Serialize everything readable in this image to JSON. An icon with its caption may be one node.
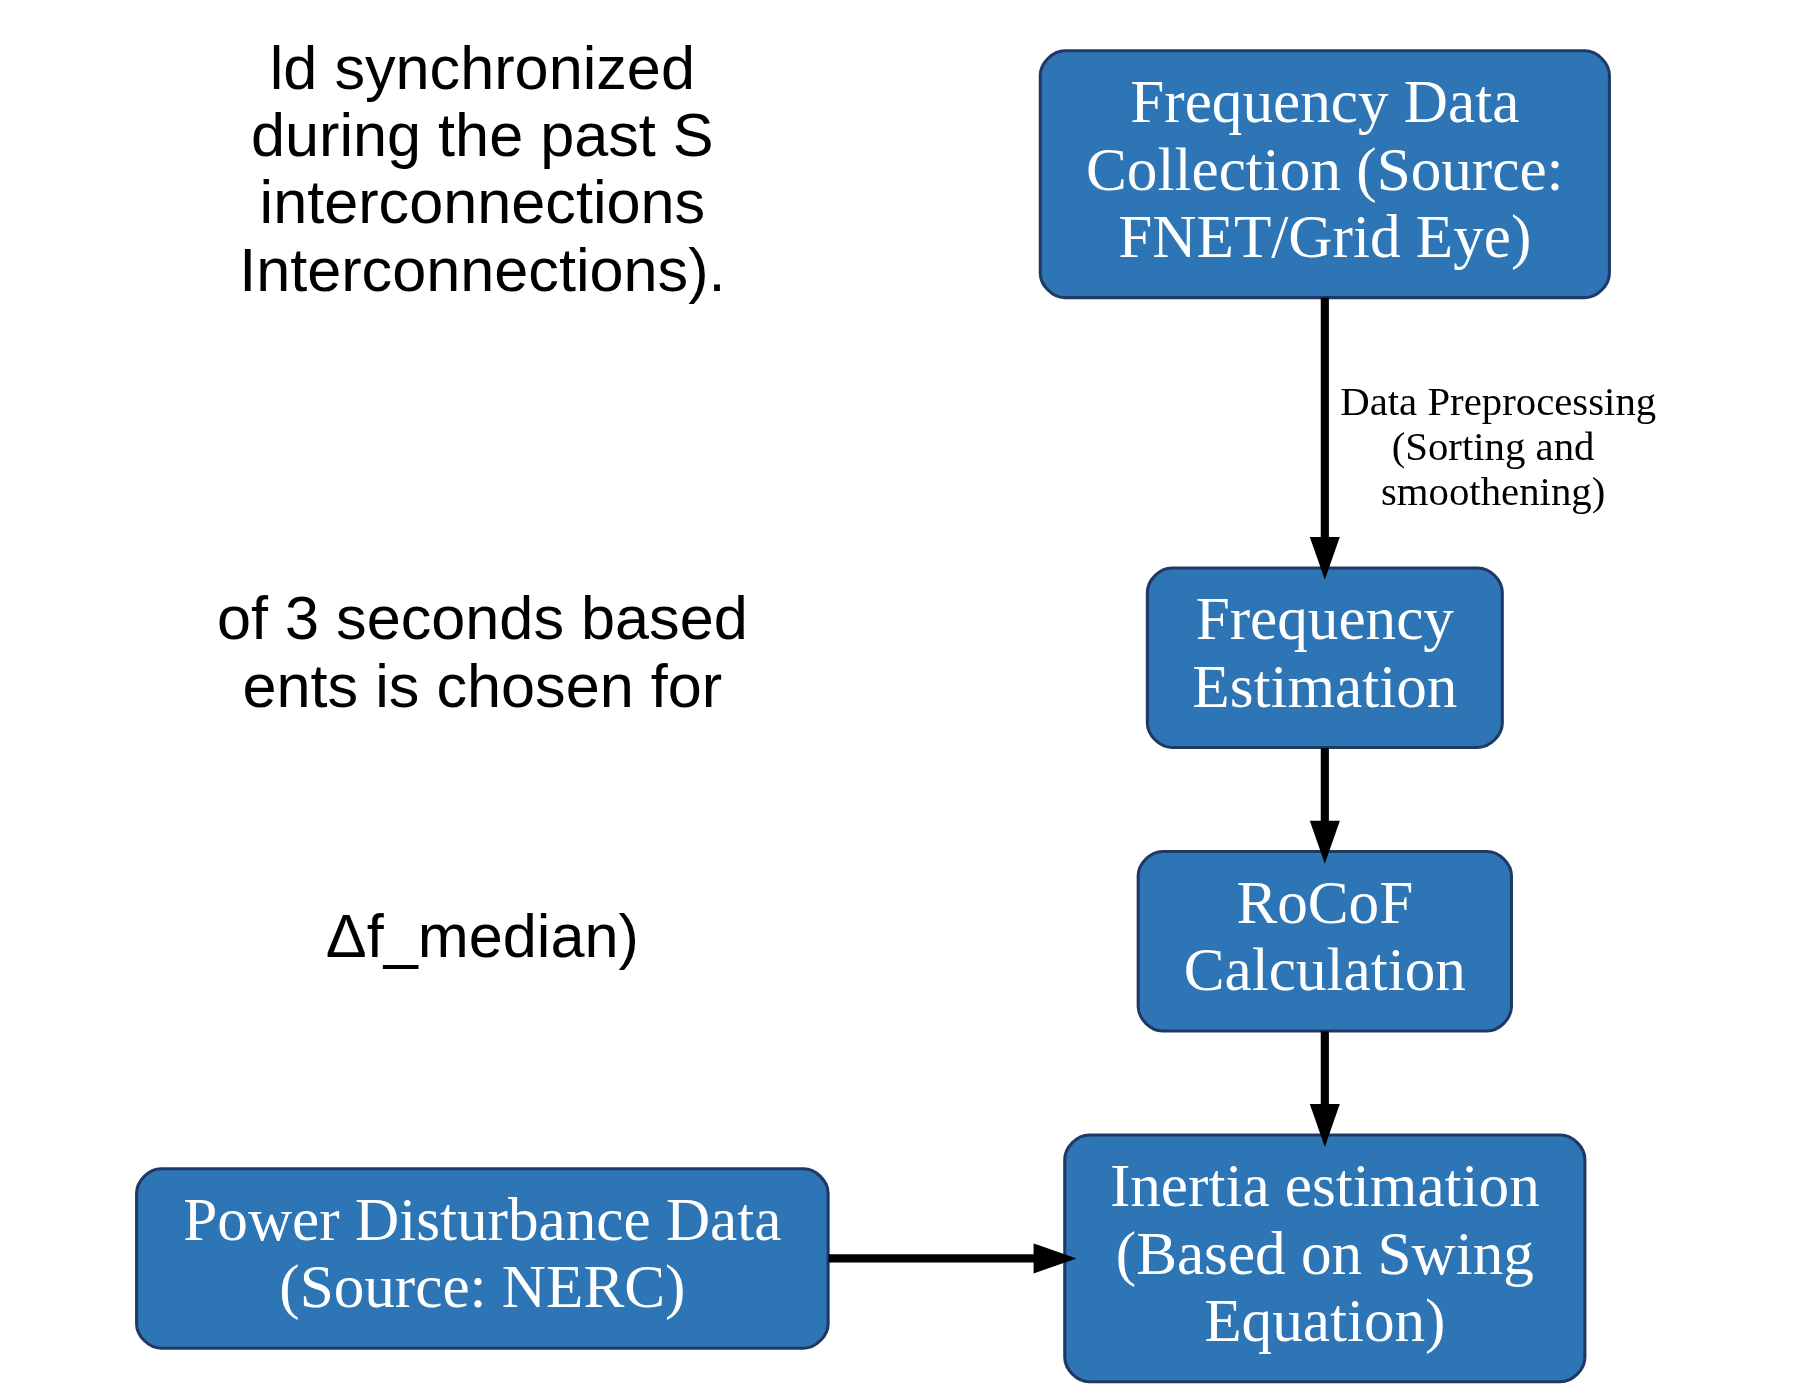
{
  "diagram": {
    "nodes": [
      {
        "text": [
          "Frequency Data Collection (Source: FNET/Grid Eye)"
        ]
      },
      {
        "text": [
          "Frequency Estimation"
        ]
      },
      {
        "text": [
          "RoCoF Calculation"
        ]
      },
      {
        "text": [
          "Inertia estimation (Based on Swing Equation)"
        ]
      },
      {
        "text": [
          "Power Disturbance Data (Source: NERC)"
        ]
      }
    ],
    "edges": [
      {
        "from": 0,
        "to": 1,
        "arrow": "to",
        "label": "Data Preprocessing (Sorting and smoothening)"
      },
      {
        "from": 1,
        "to": 2,
        "arrow": "to"
      },
      {
        "from": 2,
        "to": 3,
        "arrow": "to"
      },
      {
        "from": 4,
        "to": 3,
        "arrow": "to"
      }
    ],
    "labels": [
      "ld synchronized during the past S interconnections Interconnections).",
      "of 3 seconds based ents is chosen for",
      "Δf_median)"
    ]
  }
}
